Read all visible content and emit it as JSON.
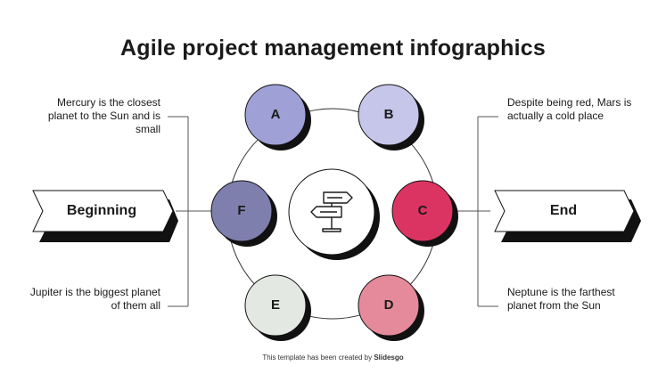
{
  "title": "Agile project management infographics",
  "arrows": {
    "start": "Beginning",
    "end": "End"
  },
  "notes": {
    "top_left": "Mercury is the closest planet to the Sun and is small",
    "bottom_left": "Jupiter is the biggest planet of them all",
    "top_right": "Despite being red, Mars is actually a cold place",
    "bottom_right": "Neptune is the farthest planet from the Sun"
  },
  "nodes": [
    {
      "label": "A",
      "color": "#9fa0d6"
    },
    {
      "label": "B",
      "color": "#c6c6ea"
    },
    {
      "label": "C",
      "color": "#dc3462"
    },
    {
      "label": "D",
      "color": "#e48a9a"
    },
    {
      "label": "E",
      "color": "#e4e8e2"
    },
    {
      "label": "F",
      "color": "#7f7fad"
    }
  ],
  "center_icon": "signpost-icon",
  "footer": {
    "text": "This template has been created by ",
    "brand": "Slidesgo"
  }
}
